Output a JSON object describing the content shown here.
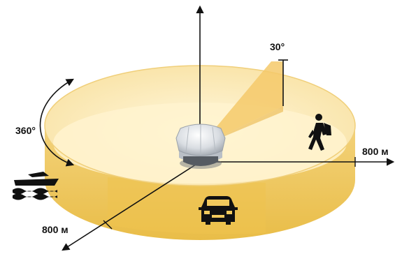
{
  "labels": {
    "elevation_angle": "30°",
    "azimuth": "360°",
    "range_right": "800 м",
    "range_left": "800 м"
  },
  "icons": {
    "hiker": "hiker-icon",
    "boat": "boat-icon",
    "car": "car-icon",
    "sensor": "radar-sensor-icon"
  },
  "colors": {
    "disc_top": "#fbe8b4",
    "disc_inner": "#fff2cc",
    "disc_side": "#f1c95d",
    "cone": "#f5c96a",
    "axis": "#111111"
  }
}
